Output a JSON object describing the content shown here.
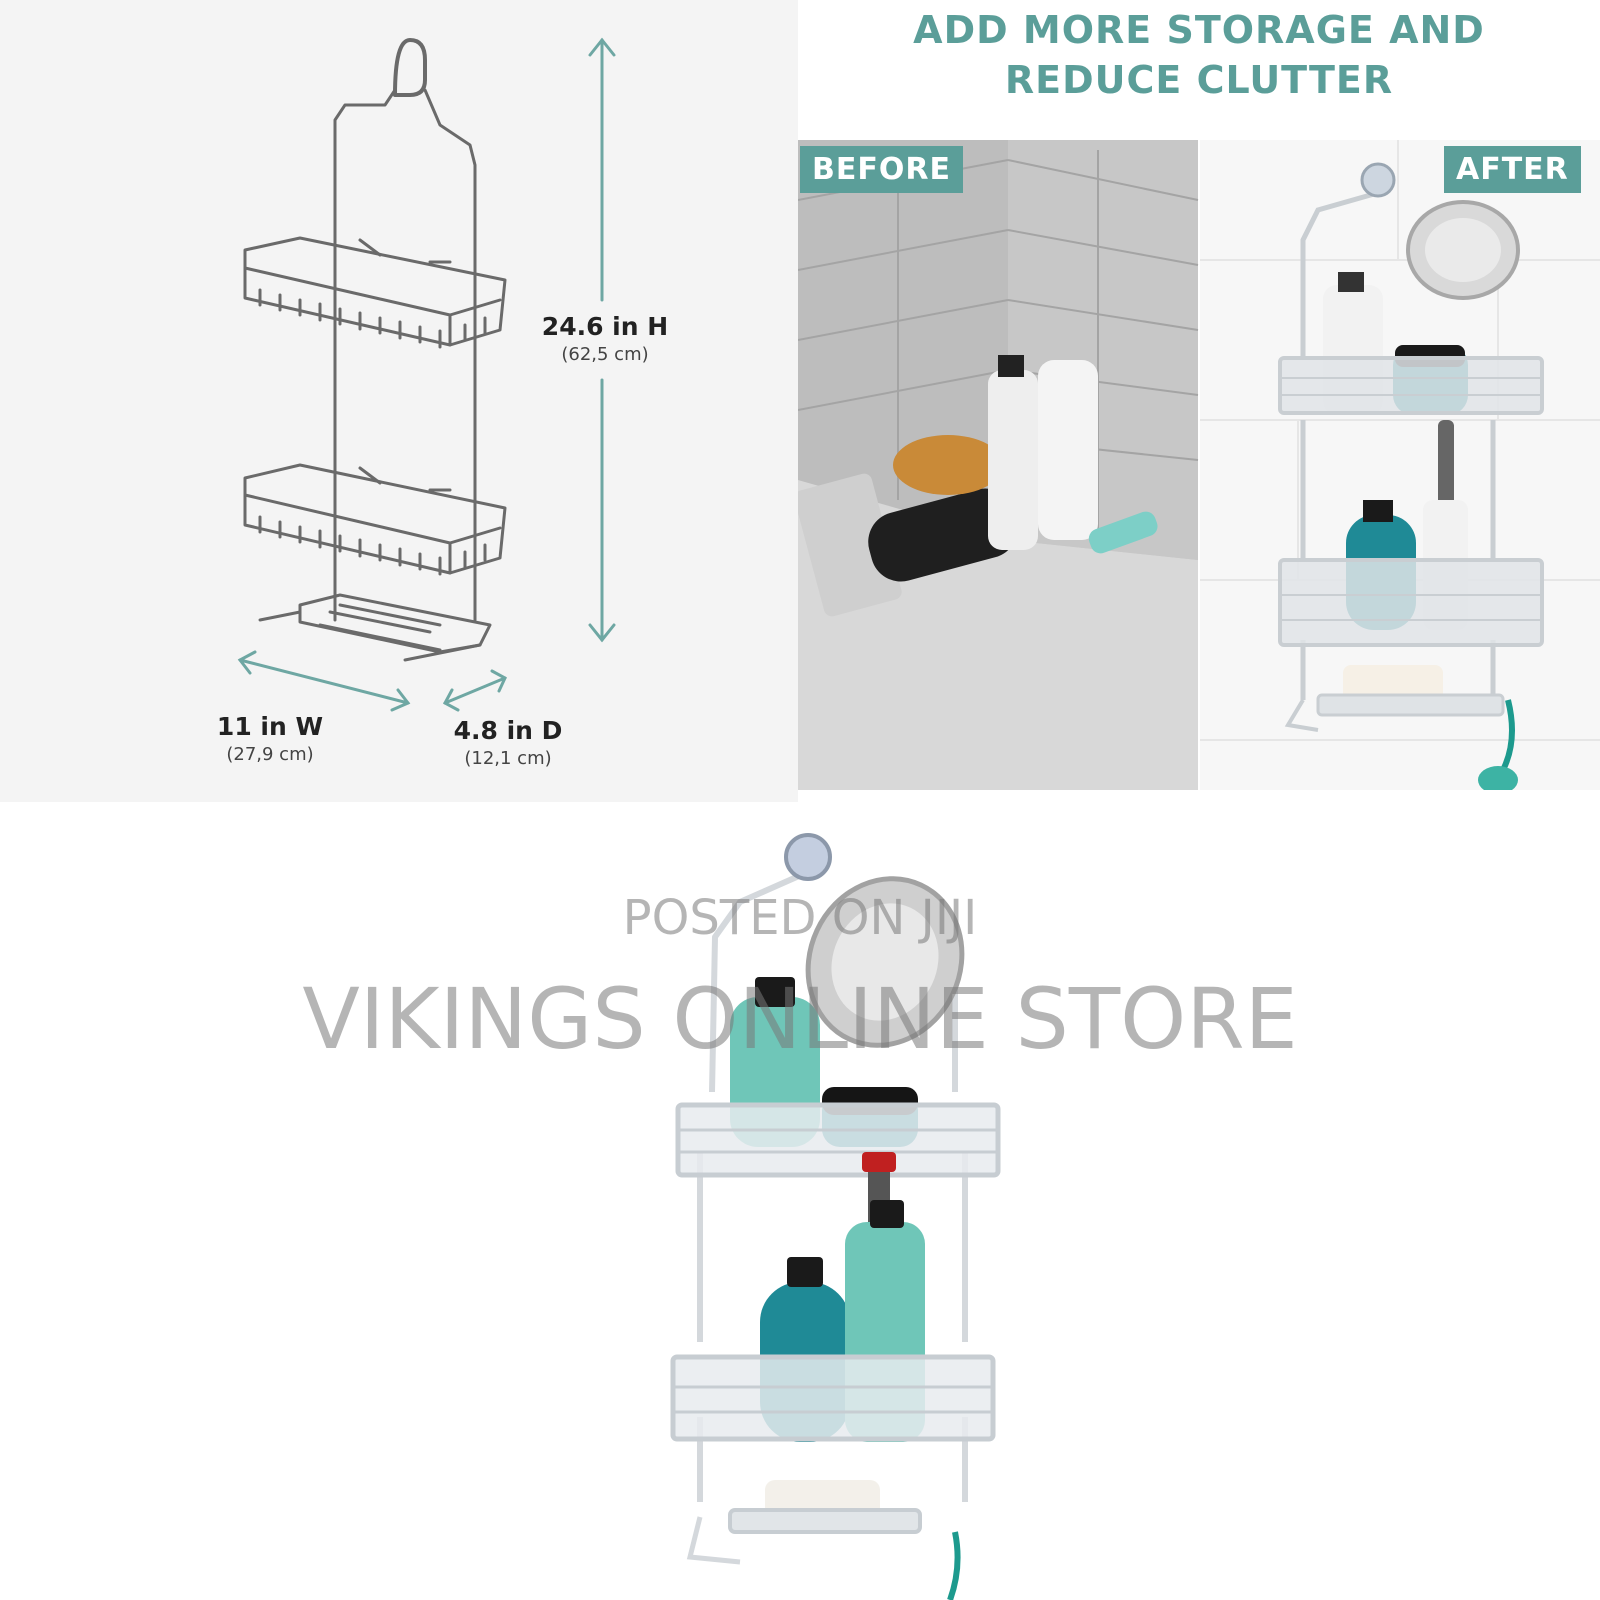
{
  "dimensions_panel": {
    "height_label": "24.6 in H",
    "height_metric": "(62,5 cm)",
    "width_label": "11 in W",
    "width_metric": "(27,9 cm)",
    "depth_label": "4.8 in D",
    "depth_metric": "(12,1 cm)"
  },
  "comparison_panel": {
    "headline_line1": "ADD MORE STORAGE AND",
    "headline_line2": "REDUCE CLUTTER",
    "before_tag": "BEFORE",
    "after_tag": "AFTER"
  },
  "watermark": {
    "posted": "POSTED ON JIJI",
    "store": "VIKINGS ONLINE STORE"
  },
  "colors": {
    "accent": "#5b9e99",
    "teal_bottle": "#1f8a96",
    "mint_bottle": "#6fc6b8",
    "rack": "#dfe3e6",
    "tile_gray": "#b4b4b4"
  }
}
